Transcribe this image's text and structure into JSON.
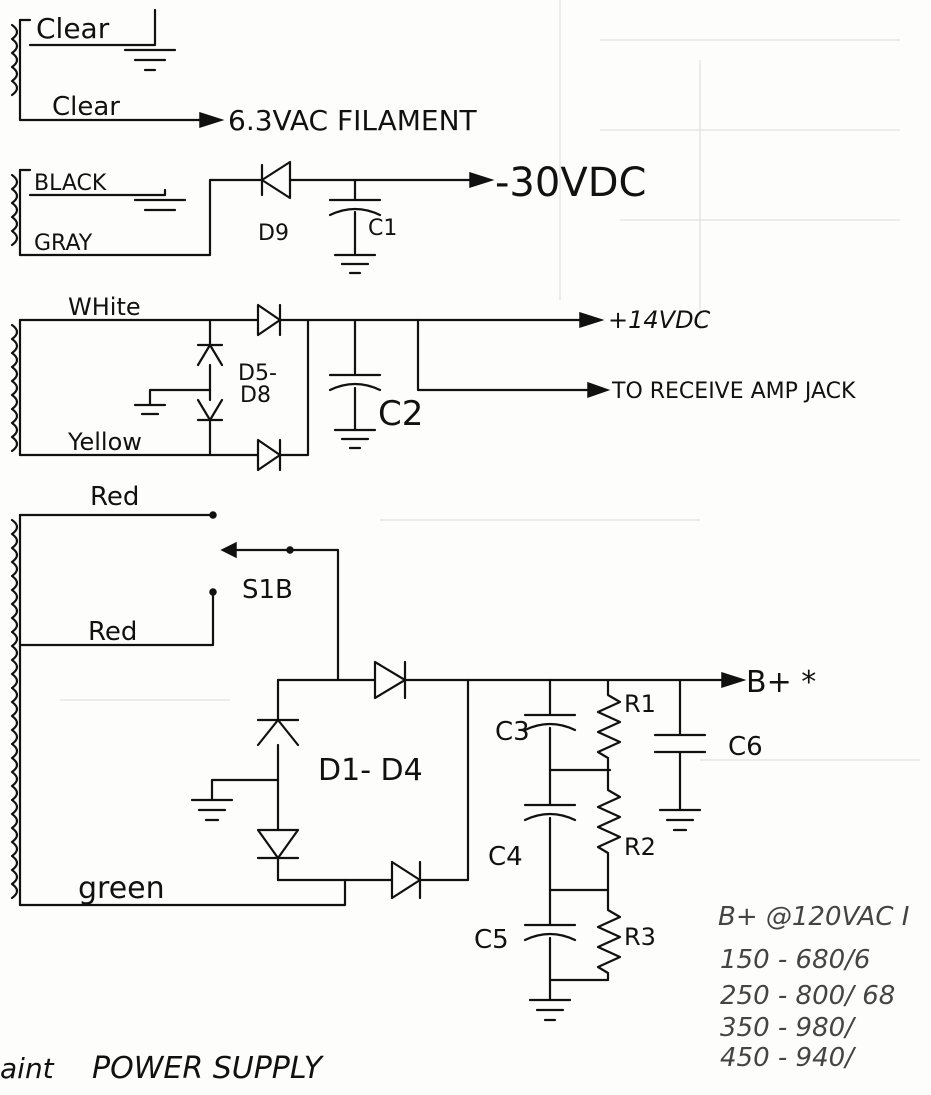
{
  "transformer_leads": {
    "clear_top": "Clear",
    "clear_bottom": "Clear",
    "black": "BLACK",
    "gray": "GRAY",
    "white": "WHite",
    "yellow": "Yellow",
    "red_top": "Red",
    "red_mid": "Red",
    "green": "green"
  },
  "outputs": {
    "filament": "6.3VAC FILAMENT",
    "neg30": "-30VDC",
    "pos14": "+14VDC",
    "receive_amp": "TO RECEIVE AMP JACK",
    "bplus": "B+ *"
  },
  "components": {
    "d9": "D9",
    "c1": "C1",
    "d5_d8_top": "D5-",
    "d5_d8_bottom": "D8",
    "c2": "C2",
    "s1b": "S1B",
    "d1_d4": "D1- D4",
    "c3": "C3",
    "c4": "C4",
    "c5": "C5",
    "c6": "C6",
    "r1": "R1",
    "r2": "R2",
    "r3": "R3"
  },
  "bplus_table": {
    "title": "B+ @120VAC I",
    "rows": [
      "150 - 680/6",
      "250 - 800/ 68",
      "350 - 980/",
      "450 - 940/"
    ]
  },
  "caption": {
    "prefix": "aint",
    "text": "POWER SUPPLY"
  }
}
